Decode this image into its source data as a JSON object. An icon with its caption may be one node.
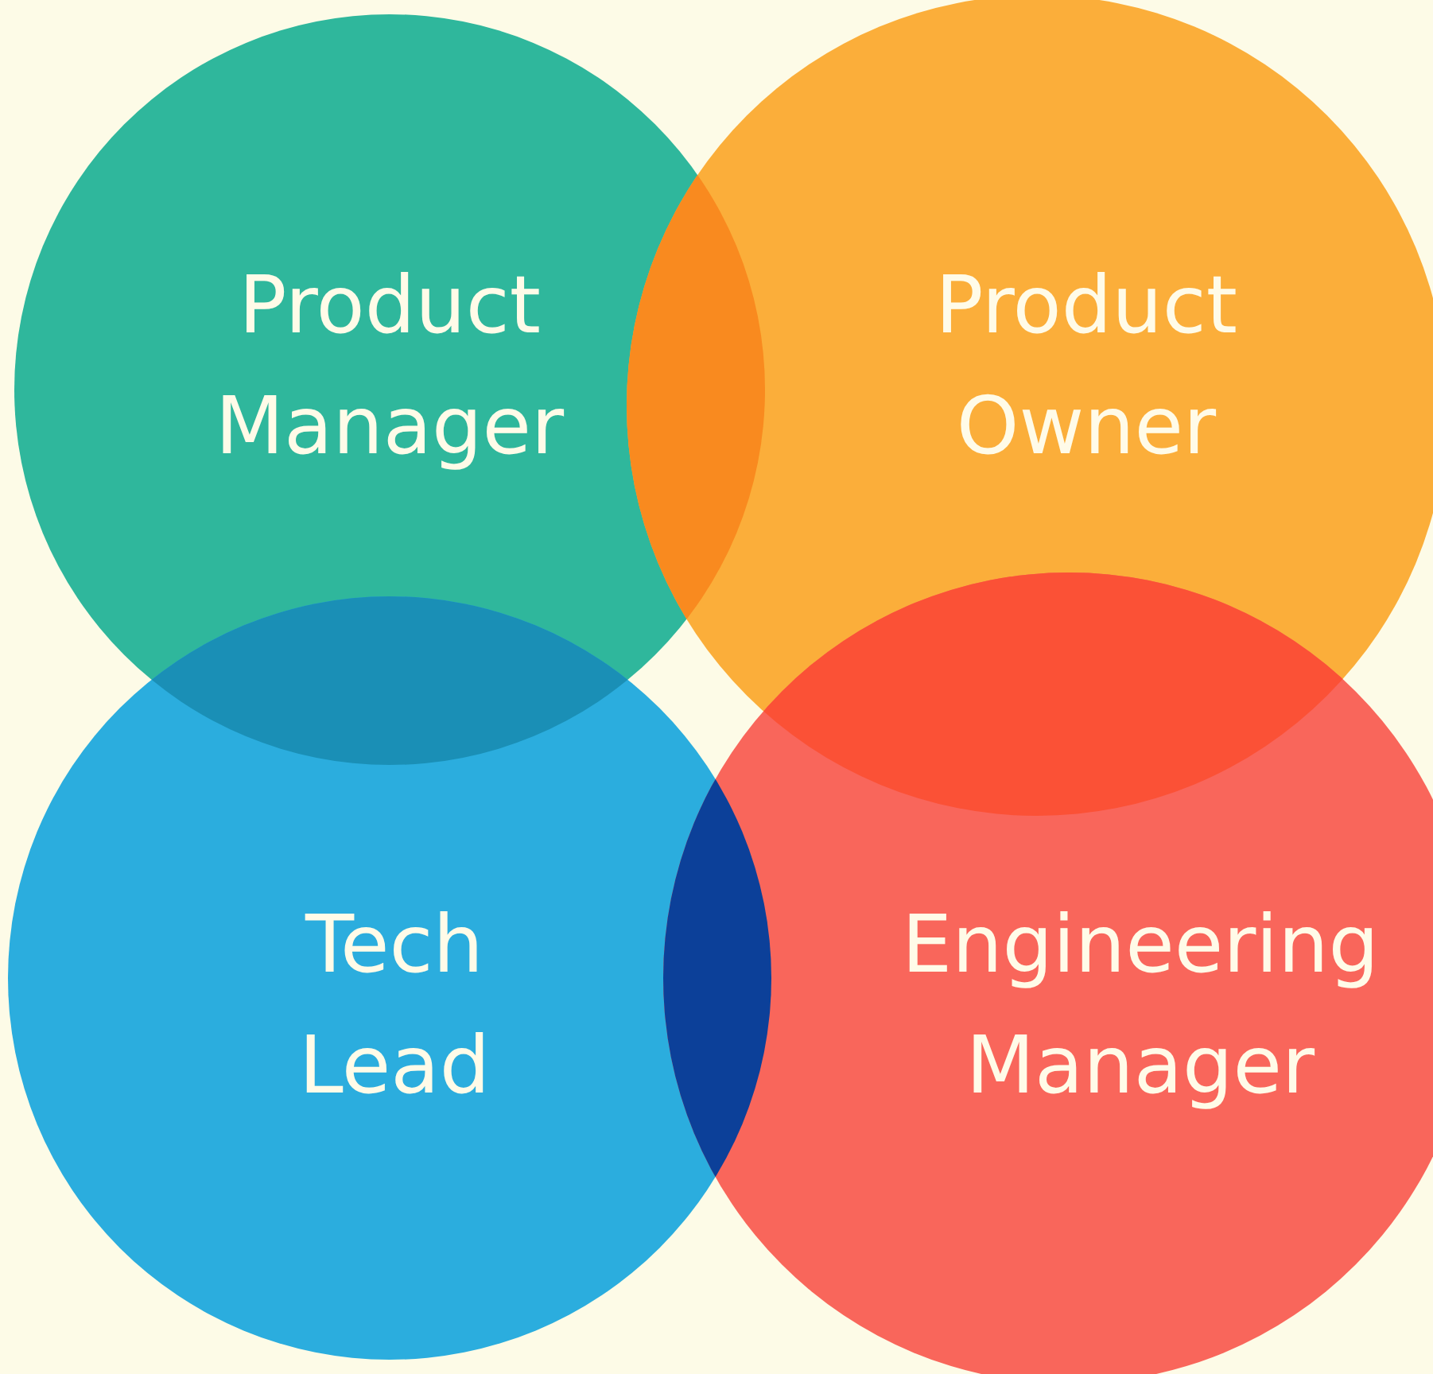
{
  "diagram": {
    "nodes": [
      {
        "text": [
          "Product Manager"
        ]
      },
      {
        "text": [
          "Product Owner"
        ]
      },
      {
        "text": [
          "Tech Lead"
        ]
      },
      {
        "text": [
          "Engineering Manager"
        ]
      }
    ]
  }
}
